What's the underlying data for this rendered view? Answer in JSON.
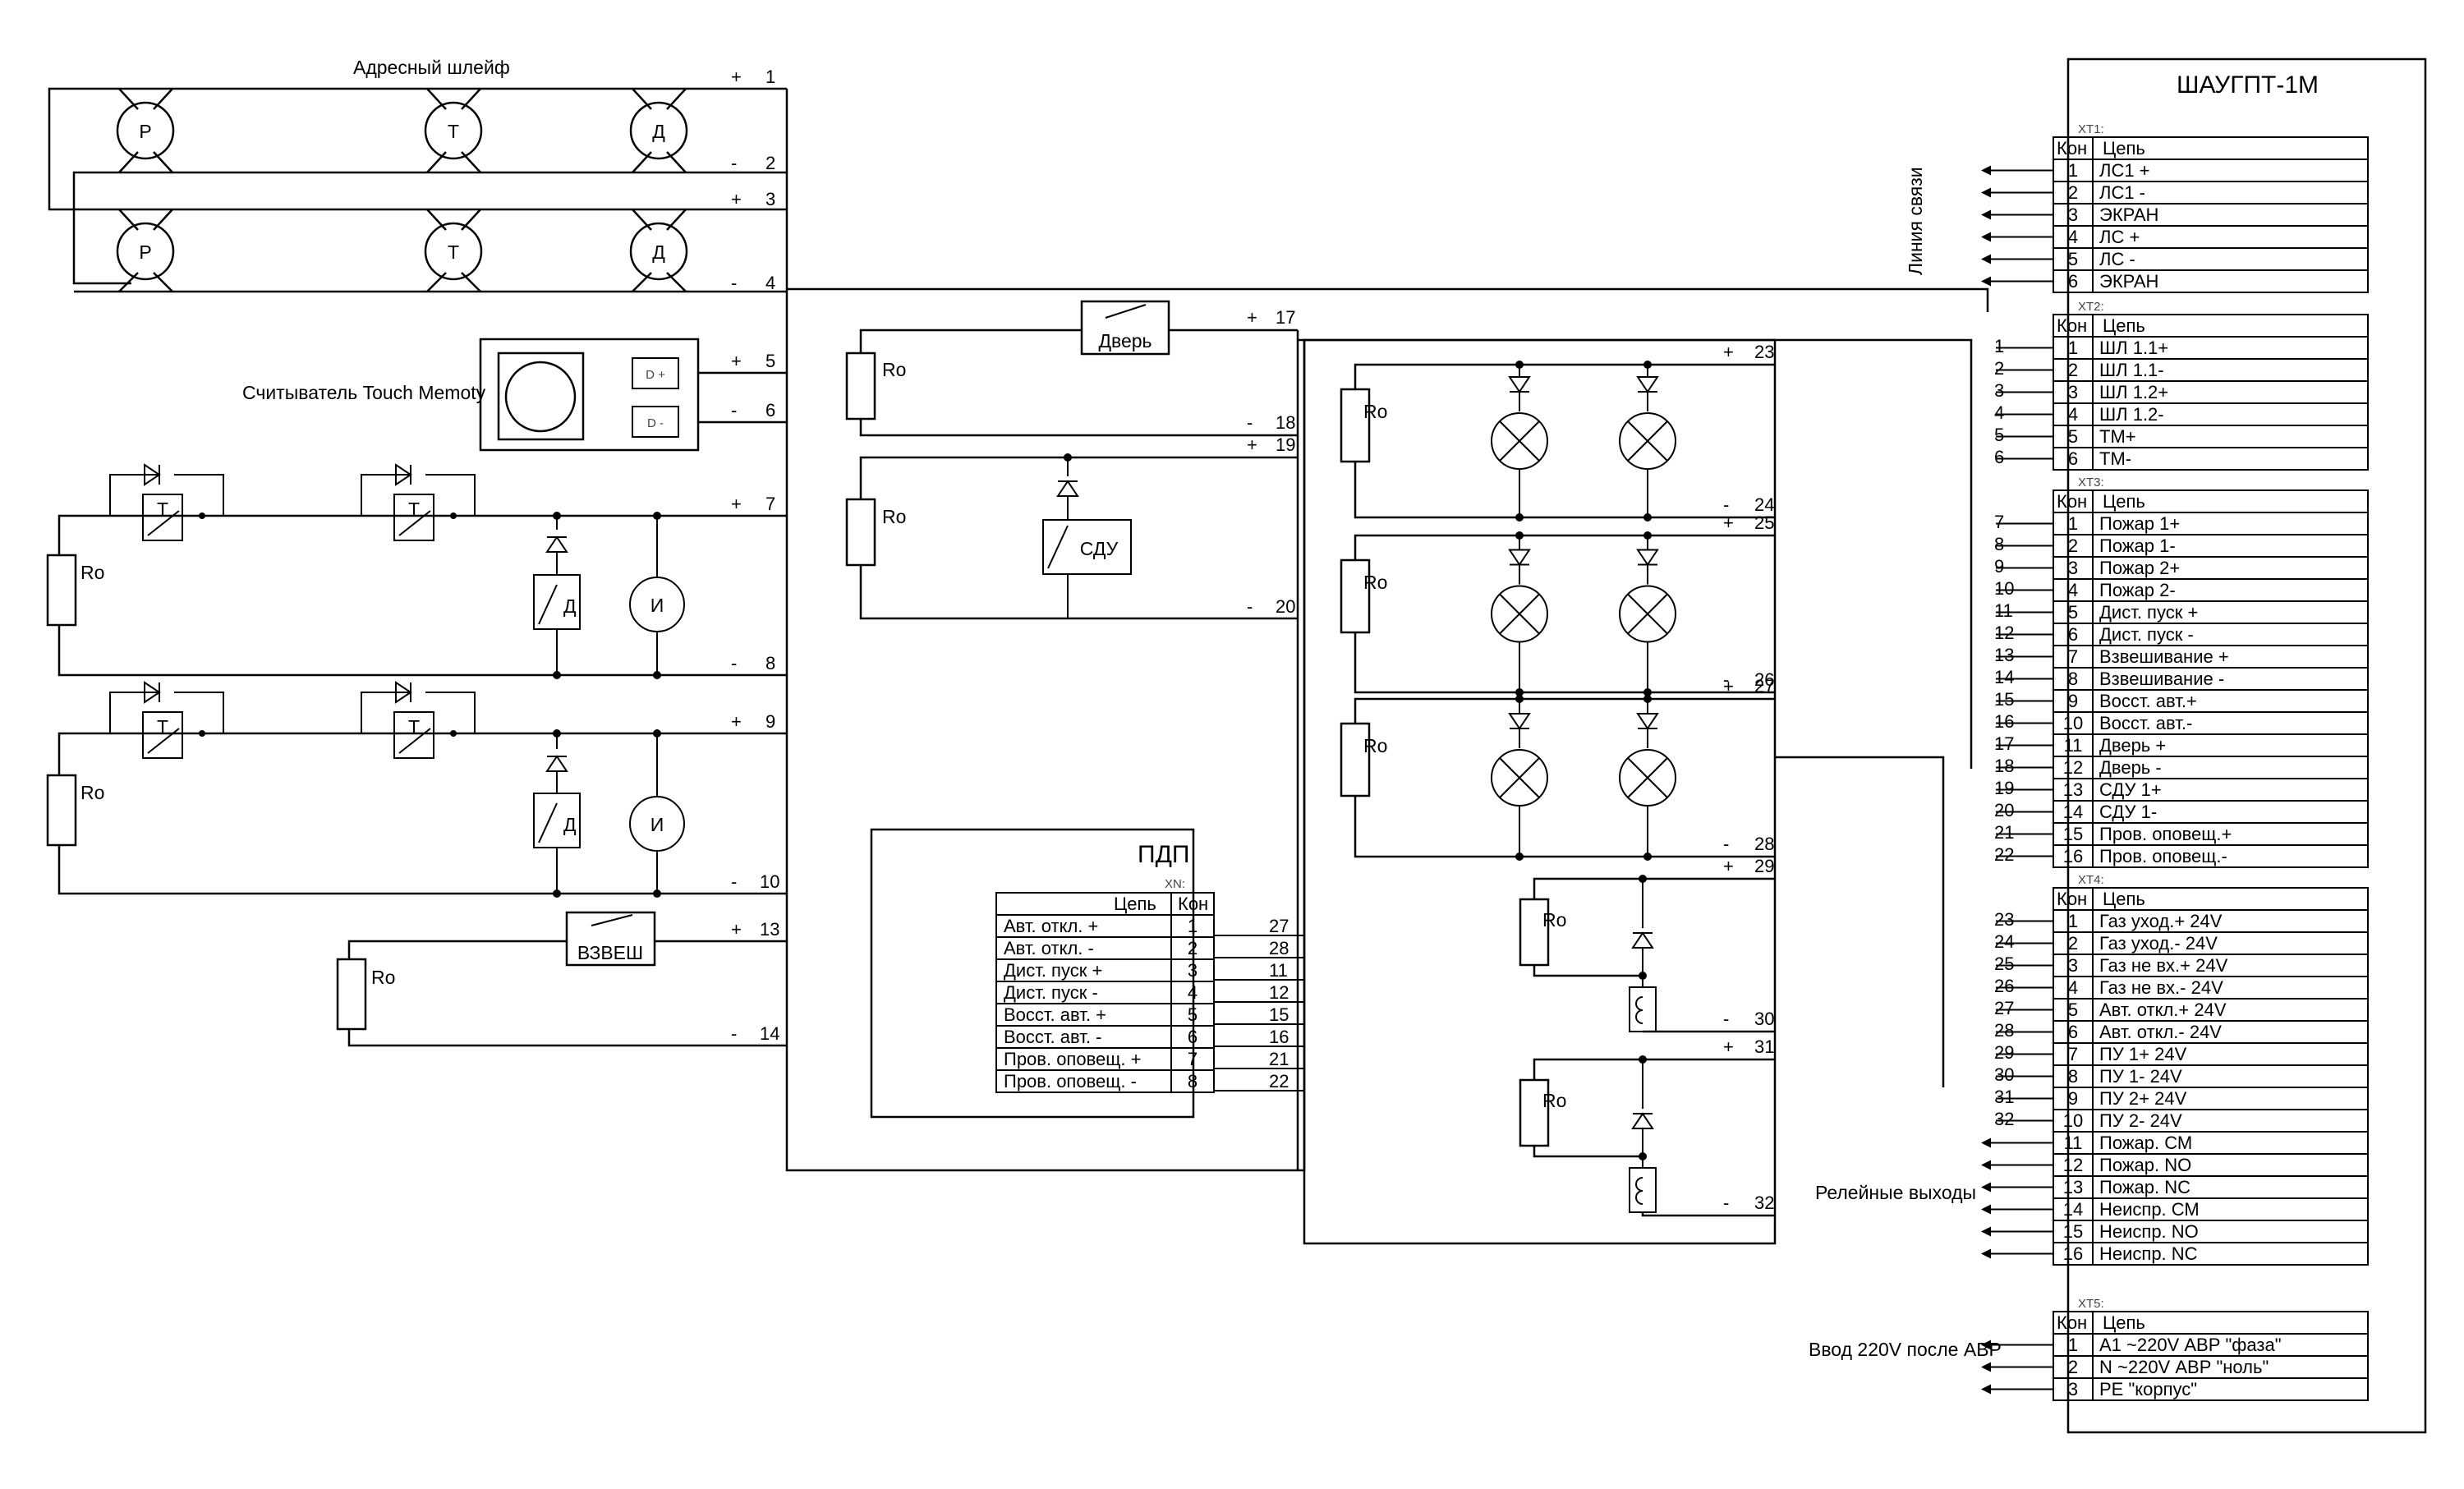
{
  "loop_title": "Адресный шлейф",
  "reader_label": "Считыватель Touch Memoty",
  "line_label": "Линия связи",
  "relay_label": "Релейные выходы",
  "power_label": "Ввод 220V после АВР",
  "resistor": "Ro",
  "terminal_plus": "+",
  "terminal_minus": "-",
  "sensors": {
    "p": "Р",
    "t": "Т",
    "d": "Д",
    "i": "И"
  },
  "reader_pins": {
    "plus": "D +",
    "minus": "D -"
  },
  "door": "Дверь",
  "sdu": "СДУ",
  "vzvesh": "ВЗВЕШ",
  "loop_pins": [
    "1",
    "2",
    "3",
    "4",
    "5",
    "6",
    "7",
    "8",
    "9",
    "10",
    "13",
    "14"
  ],
  "mid_pins": [
    "17",
    "18",
    "19",
    "20"
  ],
  "out_pins": [
    "23",
    "24",
    "25",
    "26",
    "27",
    "28",
    "29",
    "30",
    "31",
    "32"
  ],
  "pdp": {
    "title": "ПДП",
    "block": "XN:",
    "col_circuit": "Цепь",
    "col_pin": "Кон",
    "rows": [
      {
        "name": "Авт. откл. +",
        "pin": "1",
        "wire": "27"
      },
      {
        "name": "Авт. откл. -",
        "pin": "2",
        "wire": "28"
      },
      {
        "name": "Дист. пуск +",
        "pin": "3",
        "wire": "11"
      },
      {
        "name": "Дист. пуск -",
        "pin": "4",
        "wire": "12"
      },
      {
        "name": "Восст. авт. +",
        "pin": "5",
        "wire": "15"
      },
      {
        "name": "Восст. авт. -",
        "pin": "6",
        "wire": "16"
      },
      {
        "name": "Пров. оповещ. +",
        "pin": "7",
        "wire": "21"
      },
      {
        "name": "Пров. оповещ. -",
        "pin": "8",
        "wire": "22"
      }
    ]
  },
  "cabinet": {
    "title": "ШАУГПТ-1М",
    "col_pin": "Кон",
    "col_circuit": "Цепь",
    "blocks": [
      {
        "id": "XT1:",
        "rows": [
          {
            "pin": "1",
            "name": "ЛС1 +",
            "wire": ""
          },
          {
            "pin": "2",
            "name": "ЛС1 -",
            "wire": ""
          },
          {
            "pin": "3",
            "name": "ЭКРАН",
            "wire": ""
          },
          {
            "pin": "4",
            "name": "ЛС +",
            "wire": ""
          },
          {
            "pin": "5",
            "name": "ЛС -",
            "wire": ""
          },
          {
            "pin": "6",
            "name": "ЭКРАН",
            "wire": ""
          }
        ]
      },
      {
        "id": "XT2:",
        "rows": [
          {
            "pin": "1",
            "name": "ШЛ 1.1+",
            "wire": "1"
          },
          {
            "pin": "2",
            "name": "ШЛ 1.1-",
            "wire": "2"
          },
          {
            "pin": "3",
            "name": "ШЛ 1.2+",
            "wire": "3"
          },
          {
            "pin": "4",
            "name": "ШЛ 1.2-",
            "wire": "4"
          },
          {
            "pin": "5",
            "name": "ТМ+",
            "wire": "5"
          },
          {
            "pin": "6",
            "name": "ТМ-",
            "wire": "6"
          }
        ]
      },
      {
        "id": "XT3:",
        "rows": [
          {
            "pin": "1",
            "name": "Пожар 1+",
            "wire": "7"
          },
          {
            "pin": "2",
            "name": "Пожар 1-",
            "wire": "8"
          },
          {
            "pin": "3",
            "name": "Пожар 2+",
            "wire": "9"
          },
          {
            "pin": "4",
            "name": "Пожар 2-",
            "wire": "10"
          },
          {
            "pin": "5",
            "name": "Дист. пуск +",
            "wire": "11"
          },
          {
            "pin": "6",
            "name": "Дист. пуск -",
            "wire": "12"
          },
          {
            "pin": "7",
            "name": "Взвешивание +",
            "wire": "13"
          },
          {
            "pin": "8",
            "name": "Взвешивание -",
            "wire": "14"
          },
          {
            "pin": "9",
            "name": "Восст. авт.+",
            "wire": "15"
          },
          {
            "pin": "10",
            "name": "Восст. авт.-",
            "wire": "16"
          },
          {
            "pin": "11",
            "name": "Дверь +",
            "wire": "17"
          },
          {
            "pin": "12",
            "name": "Дверь -",
            "wire": "18"
          },
          {
            "pin": "13",
            "name": "СДУ 1+",
            "wire": "19"
          },
          {
            "pin": "14",
            "name": "СДУ 1-",
            "wire": "20"
          },
          {
            "pin": "15",
            "name": "Пров. оповещ.+",
            "wire": "21"
          },
          {
            "pin": "16",
            "name": "Пров. оповещ.-",
            "wire": "22"
          }
        ]
      },
      {
        "id": "XT4:",
        "rows": [
          {
            "pin": "1",
            "name": "Газ уход.+ 24V",
            "wire": "23"
          },
          {
            "pin": "2",
            "name": "Газ уход.- 24V",
            "wire": "24"
          },
          {
            "pin": "3",
            "name": "Газ не вх.+ 24V",
            "wire": "25"
          },
          {
            "pin": "4",
            "name": "Газ не вх.- 24V",
            "wire": "26"
          },
          {
            "pin": "5",
            "name": "Авт. откл.+ 24V",
            "wire": "27"
          },
          {
            "pin": "6",
            "name": "Авт. откл.- 24V",
            "wire": "28"
          },
          {
            "pin": "7",
            "name": "ПУ 1+ 24V",
            "wire": "29"
          },
          {
            "pin": "8",
            "name": "ПУ 1- 24V",
            "wire": "30"
          },
          {
            "pin": "9",
            "name": "ПУ 2+ 24V",
            "wire": "31"
          },
          {
            "pin": "10",
            "name": "ПУ 2- 24V",
            "wire": "32"
          },
          {
            "pin": "11",
            "name": "Пожар. СМ",
            "wire": ""
          },
          {
            "pin": "12",
            "name": "Пожар. NO",
            "wire": ""
          },
          {
            "pin": "13",
            "name": "Пожар. NC",
            "wire": ""
          },
          {
            "pin": "14",
            "name": "Неиспр. СМ",
            "wire": ""
          },
          {
            "pin": "15",
            "name": "Неиспр. NO",
            "wire": ""
          },
          {
            "pin": "16",
            "name": "Неиспр. NC",
            "wire": ""
          }
        ]
      },
      {
        "id": "XT5:",
        "rows": [
          {
            "pin": "1",
            "name": "A1 ~220V АВР \"фаза\"",
            "wire": ""
          },
          {
            "pin": "2",
            "name": "N ~220V АВР \"ноль\"",
            "wire": ""
          },
          {
            "pin": "3",
            "name": "PE \"корпус\"",
            "wire": ""
          }
        ]
      }
    ]
  }
}
